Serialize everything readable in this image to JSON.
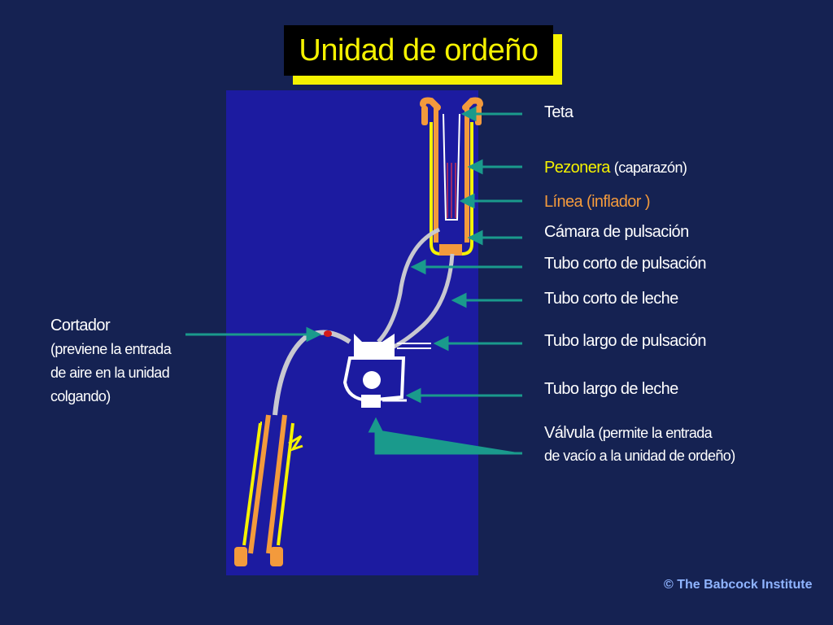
{
  "title": "Unidad de ordeño",
  "labels": {
    "teta": "Teta",
    "pezonera": "Pezonera",
    "pezonera_note": "(caparazón)",
    "linea": "Línea (inflador )",
    "camara": "Cámara de pulsación",
    "tubo_corto_pulsacion": "Tubo corto  de pulsación",
    "tubo_corto_leche": "Tubo corto  de leche",
    "tubo_largo_pulsacion": "Tubo largo de  pulsación",
    "tubo_largo_leche": "Tubo largo de  leche",
    "valvula": "Válvula",
    "valvula_note_1": "(permite la entrada",
    "valvula_note_2": "de vacío a la unidad de ordeño)",
    "cortador": "Cortador",
    "cortador_note_1": "(previene la entrada",
    "cortador_note_2": "de aire en la unidad",
    "cortador_note_3": "colgando)"
  },
  "credit": "© The Babcock Institute",
  "colors": {
    "background": "#152252",
    "panel": "#1c1ba0",
    "title_text": "#f5f200",
    "arrow": "#1a9a8c",
    "shell": "#f5f200",
    "liner": "#f39a3c",
    "tube": "#c8c8d0"
  }
}
